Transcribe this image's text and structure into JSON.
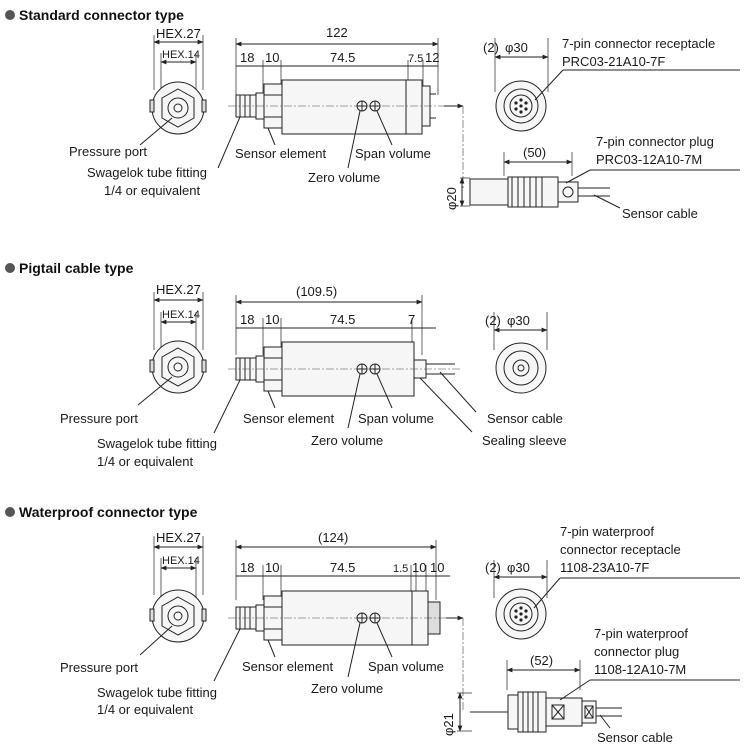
{
  "sections": [
    {
      "title": "Standard connector type",
      "hex27": "HEX.27",
      "hex14": "HEX.14",
      "overall_len": "122",
      "seg_a": "18",
      "seg_b": "10",
      "seg_c": "74.5",
      "seg_d": "7.5",
      "seg_e": "12",
      "flange_gap": "(2)",
      "dia_end": "φ30",
      "receptacle_label1": "7-pin connector receptacle",
      "receptacle_label2": "PRC03-21A10-7F",
      "plug_label1": "7-pin connector plug",
      "plug_label2": "PRC03-12A10-7M",
      "plug_len": "(50)",
      "plug_dia": "φ20",
      "pressure_port": "Pressure port",
      "sensor_element": "Sensor element",
      "span_volume": "Span volume",
      "zero_volume": "Zero volume",
      "swagelok1": "Swagelok tube fitting",
      "swagelok2": "1/4 or equivalent",
      "sensor_cable": "Sensor cable"
    },
    {
      "title": "Pigtail cable type",
      "hex27": "HEX.27",
      "hex14": "HEX.14",
      "overall_len": "(109.5)",
      "seg_a": "18",
      "seg_b": "10",
      "seg_c": "74.5",
      "seg_d": "7",
      "flange_gap": "(2)",
      "dia_end": "φ30",
      "pressure_port": "Pressure port",
      "sensor_element": "Sensor element",
      "span_volume": "Span volume",
      "zero_volume": "Zero volume",
      "swagelok1": "Swagelok tube fitting",
      "swagelok2": "1/4 or equivalent",
      "sensor_cable": "Sensor cable",
      "sealing_sleeve": "Sealing sleeve"
    },
    {
      "title": "Waterproof connector type",
      "hex27": "HEX.27",
      "hex14": "HEX.14",
      "overall_len": "(124)",
      "seg_a": "18",
      "seg_b": "10",
      "seg_c": "74.5",
      "seg_d": "1.5",
      "seg_e": "10",
      "seg_f": "10",
      "flange_gap": "(2)",
      "dia_end": "φ30",
      "receptacle_label1": "7-pin waterproof",
      "receptacle_label2": "connector receptacle",
      "receptacle_label3": "1108-23A10-7F",
      "plug_label1": "7-pin waterproof",
      "plug_label2": "connector plug",
      "plug_label3": "1108-12A10-7M",
      "plug_len": "(52)",
      "plug_dia": "φ21",
      "pressure_port": "Pressure port",
      "sensor_element": "Sensor element",
      "span_volume": "Span volume",
      "zero_volume": "Zero volume",
      "swagelok1": "Swagelok tube fitting",
      "swagelok2": "1/4 or equivalent",
      "sensor_cable": "Sensor cable"
    }
  ]
}
